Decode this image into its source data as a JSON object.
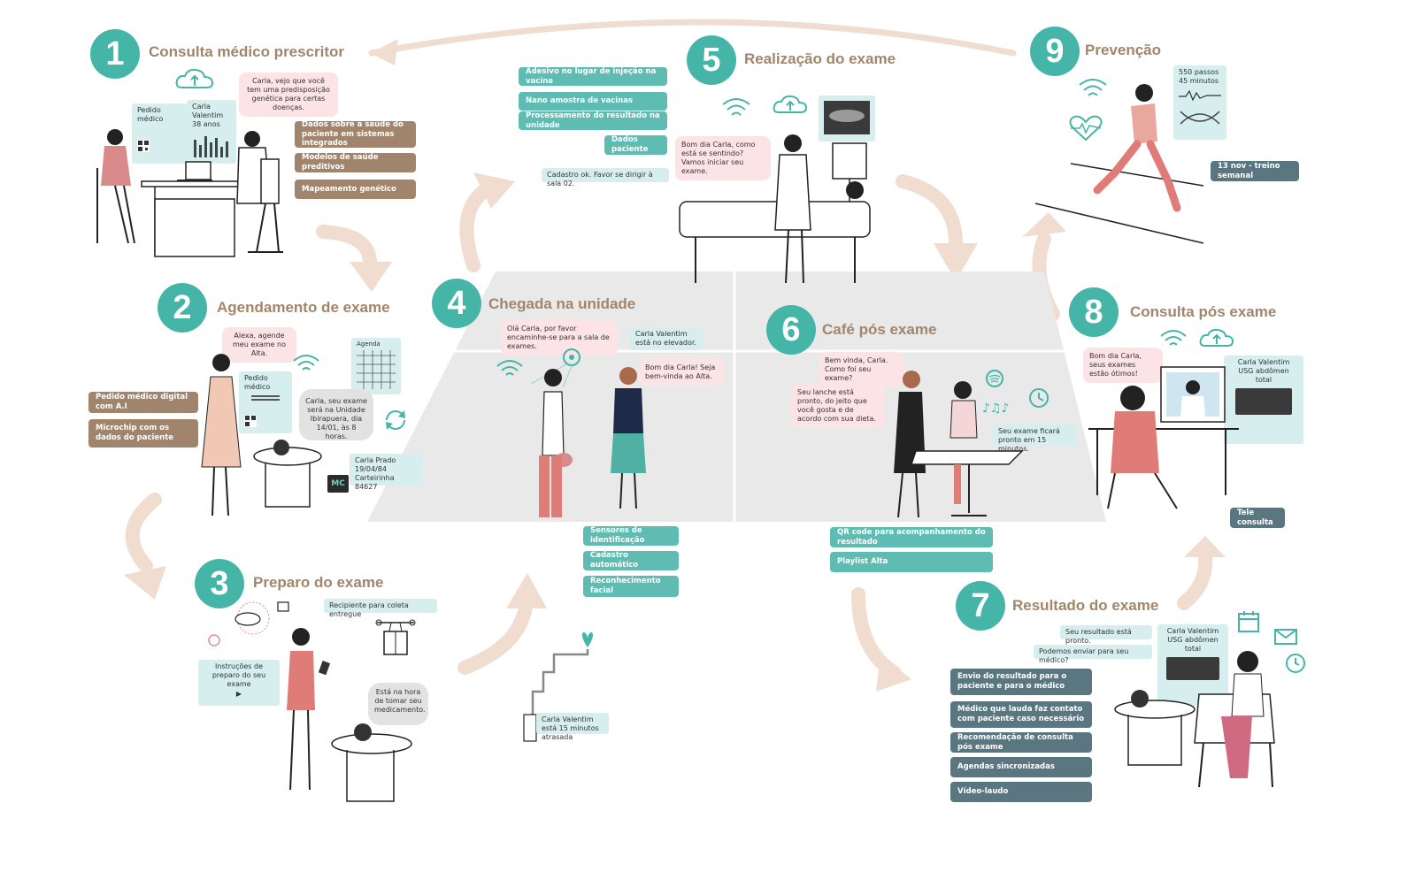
{
  "sections": [
    {
      "num": "1",
      "title": "Consulta médico prescritor"
    },
    {
      "num": "2",
      "title": "Agendamento de exame"
    },
    {
      "num": "3",
      "title": "Preparo do exame"
    },
    {
      "num": "4",
      "title": "Chegada na unidade"
    },
    {
      "num": "5",
      "title": "Realização do exame"
    },
    {
      "num": "6",
      "title": "Café pós exame"
    },
    {
      "num": "7",
      "title": "Resultado do exame"
    },
    {
      "num": "8",
      "title": "Consulta pós exame"
    },
    {
      "num": "9",
      "title": "Prevenção"
    }
  ],
  "s1": {
    "bubble": "Carla, vejo que você tem uma predisposição genética para certas doenças.",
    "card_doctor": "Pedido médico",
    "card_patient": "Carla Valentim\n38 anos",
    "tags": [
      "Dados sobre a saúde do paciente em sistemas integrados",
      "Modelos de saúde preditivos",
      "Mapeamento genético"
    ]
  },
  "s2": {
    "bubble_alexa": "Alexa, agende meu exame no Alta.",
    "card_order": "Pedido médico",
    "card_agenda": "Agenda",
    "bubble_reply": "Carla, seu exame será na Unidade Ibirapuera, dia 14/01, às 8 horas.",
    "card_id": "Carla Prado\n19/04/84\nCarteirinha 84627",
    "chip": "MC",
    "tags": [
      "Pedido médico digital com A.I",
      "Microchip com os dados do paciente"
    ]
  },
  "s3": {
    "card_instr": "Instruções de preparo do seu exame",
    "play": "▶",
    "card_container": "Recipiente para coleta entregue",
    "bubble": "Está na hora de tomar seu medicamento."
  },
  "s4": {
    "bubble1": "Olá Carla, por favor encaminhe-se para a sala de exames.",
    "card_elevator": "Carla Valentim está no elevador.",
    "bubble2": "Bom dia Carla! Seja bem-vinda ao Alta.",
    "card_late": "Carla Valentim está 15 minutos atrasada",
    "tags": [
      "Sensores de identificação",
      "Cadastro automático",
      "Reconhecimento facial"
    ]
  },
  "s5": {
    "tags": [
      "Adesivo no lugar de injeção na vacina",
      "Nano amostra de vacinas",
      "Processamento do resultado na unidade",
      "Dados paciente"
    ],
    "card_reg": "Cadastro ok. Favor se dirigir à sala 02.",
    "bubble": "Bom dia Carla, como está se sentindo? Vamos iniciar seu exame."
  },
  "s6": {
    "bubble1": "Bem vinda, Carla. Como foi seu exame?",
    "bubble2": "Seu lanche está pronto, do jeito que você gosta e de acordo com sua dieta.",
    "card_ready": "Seu exame ficará pronto em 15 minutos.",
    "tags": [
      "QR code para acompanhamento do resultado",
      "Playlist Alta"
    ]
  },
  "s7": {
    "card1": "Seu resultado está pronto.",
    "card2": "Podemos enviar para seu médico?",
    "card_result": "Carla Valentim\nUSG abdômen total",
    "tags": [
      "Envio do resultado para o paciente e para o médico",
      "Médico que lauda faz contato com paciente caso necessário",
      "Recomendação de consulta pós exame",
      "Agendas sincronizadas",
      "Vídeo-laudo"
    ]
  },
  "s8": {
    "bubble": "Bom dia Carla, seus exames estão ótimos!",
    "card_result": "Carla Valentim\nUSG abdômen total",
    "tag": "Tele consulta"
  },
  "s9": {
    "card_steps": "550 passos\n45 minutos",
    "tag": "13 nov - treino semanal"
  },
  "colors": {
    "teal": "#45b5a8",
    "tan": "#a0846b",
    "slate": "#5a7680",
    "pink": "#fbe3e6",
    "arrow": "#f1ddd0"
  }
}
